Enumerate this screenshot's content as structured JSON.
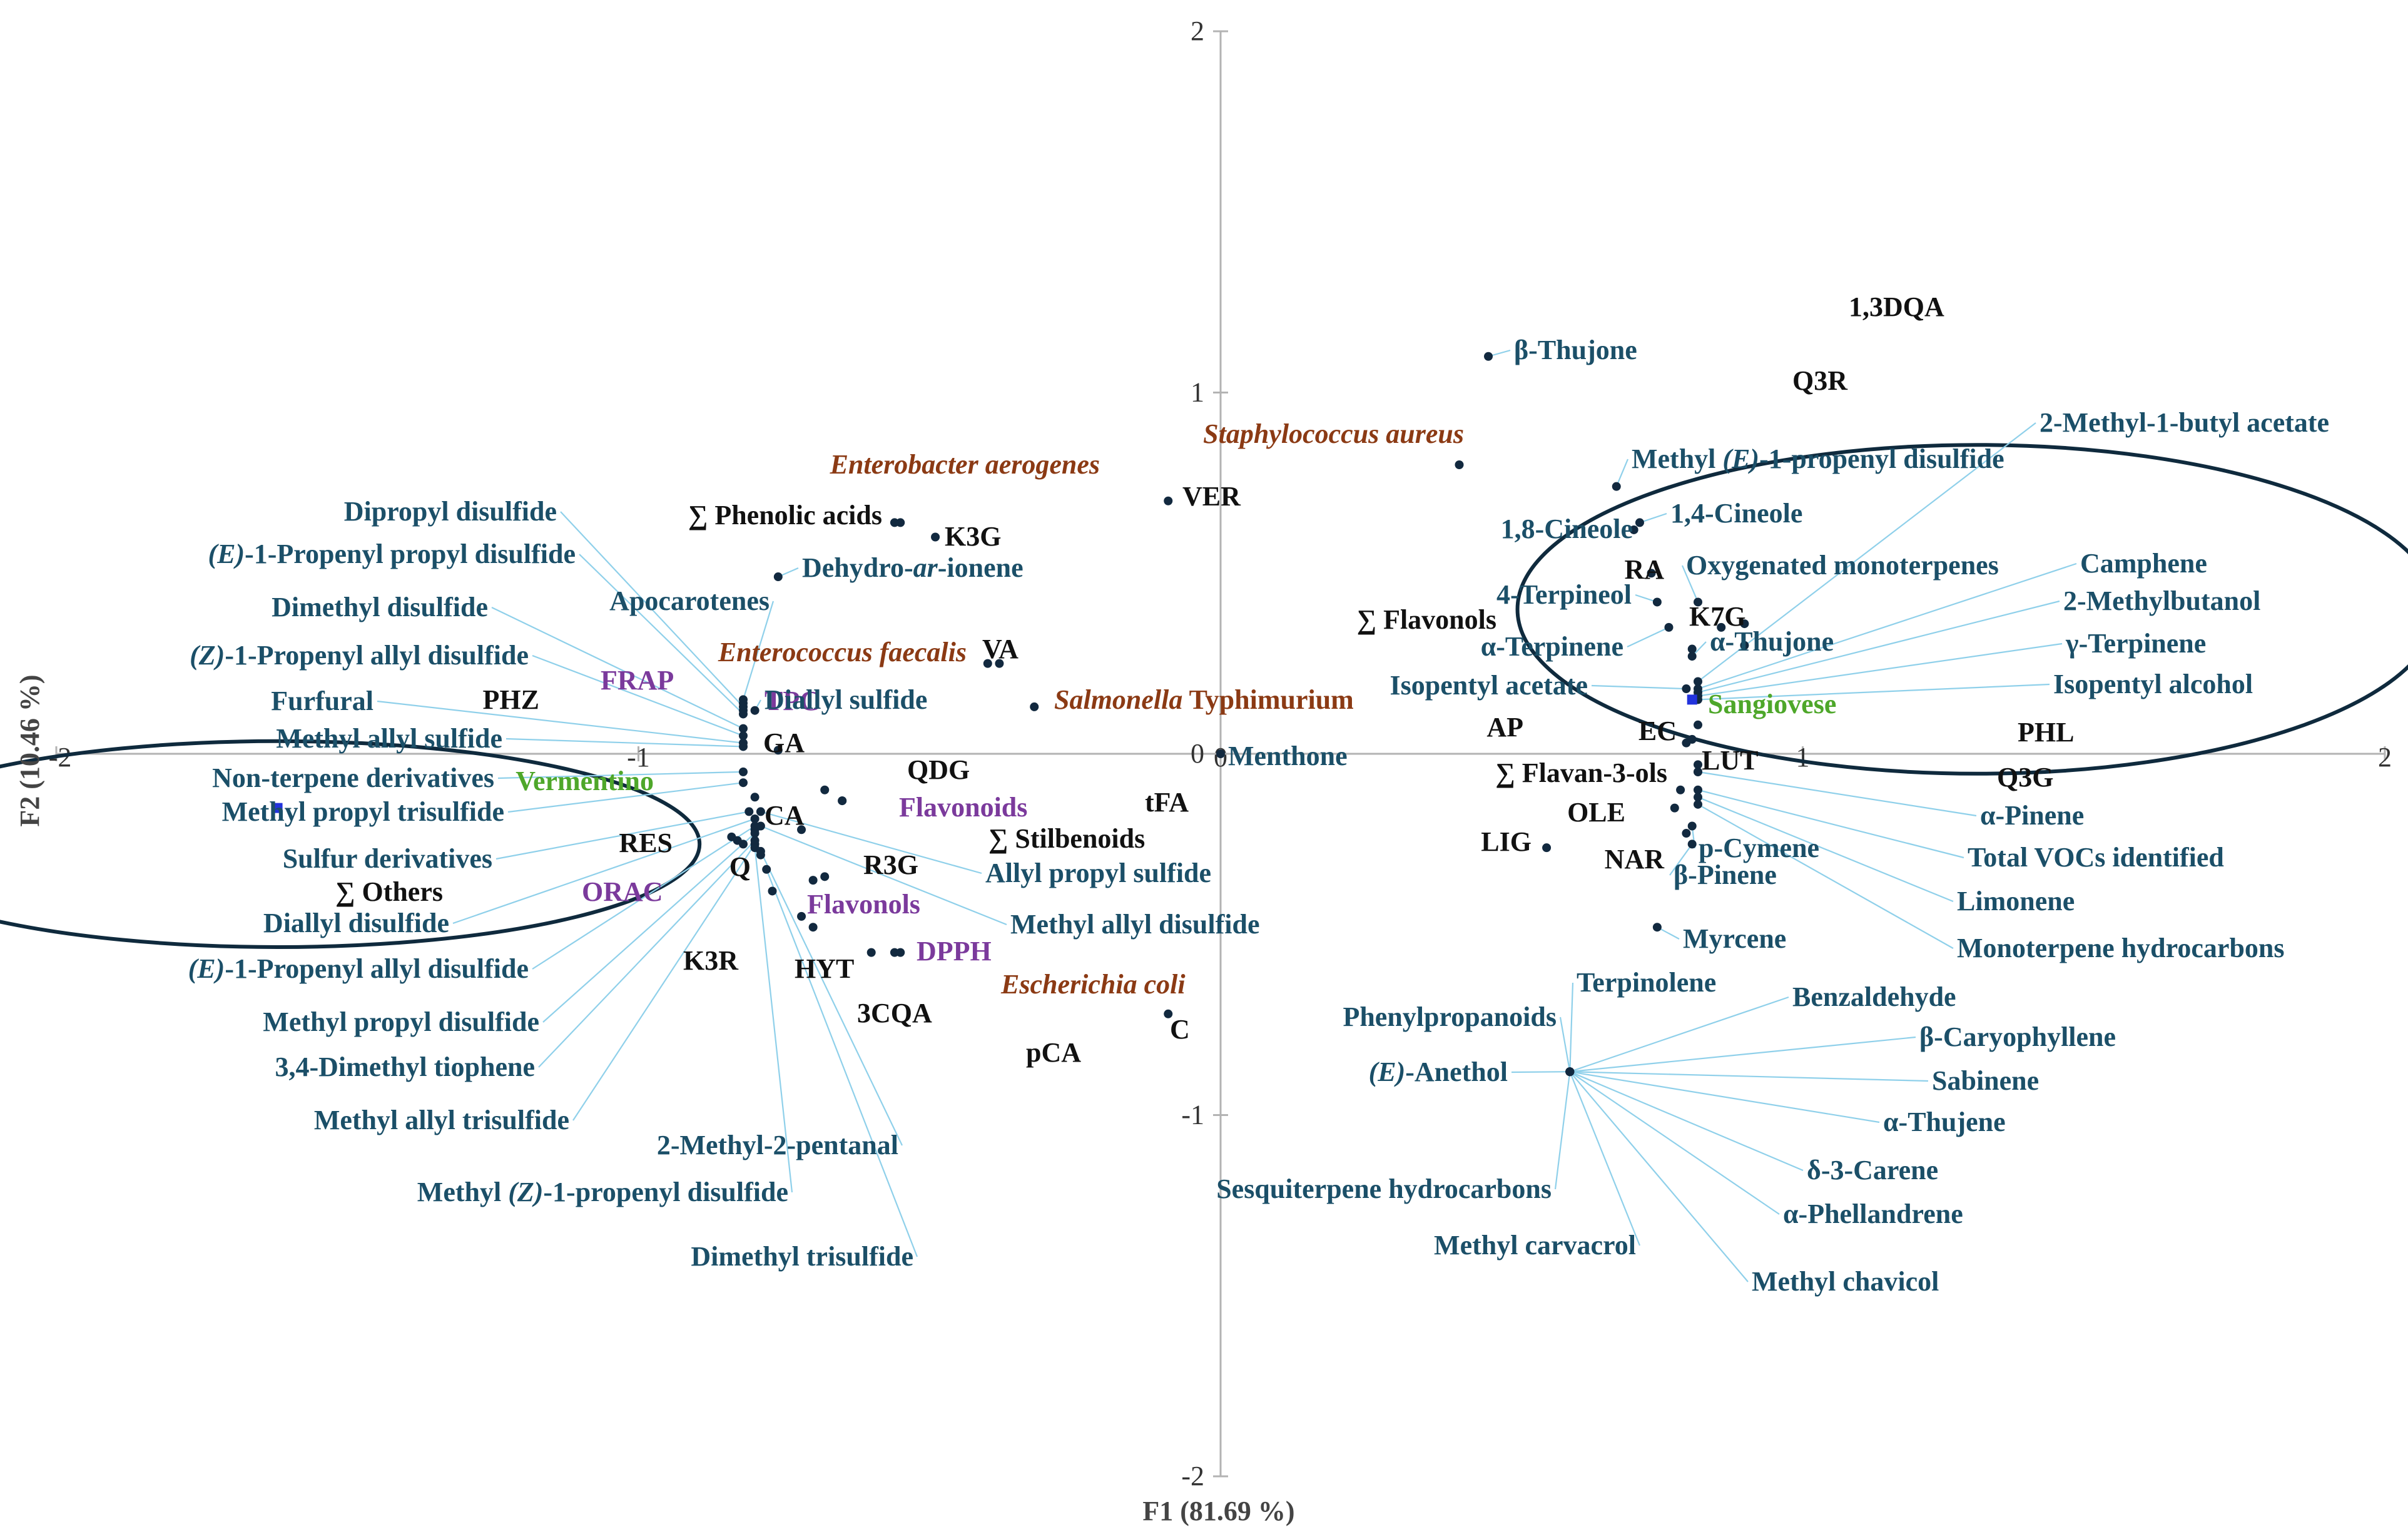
{
  "colors": {
    "variable": "#1b4f68",
    "phenolic": "#111111",
    "bacteria": "#8b3a14",
    "antioxidant": "#7b3a9c",
    "cultivar": "#4ea72a",
    "leader": "#8fd0ea",
    "point": "#12293f",
    "axis": "#b3b3b3"
  },
  "chart_data": {
    "type": "scatter",
    "subtype": "PCA biplot",
    "xlabel": "F1 (81.69 %)",
    "ylabel": "F2 (10.46 %)",
    "xlim": [
      -2,
      2
    ],
    "ylim": [
      -2,
      2
    ],
    "x_ticks": [
      "-2",
      "-1",
      "0",
      "1",
      "2"
    ],
    "y_ticks": [
      "2",
      "1",
      "0",
      "-1",
      "-2"
    ],
    "observations": [
      {
        "label": "Vermentino",
        "x": -1.62,
        "y": -0.15
      },
      {
        "label": "Sangiovese",
        "x": 0.81,
        "y": 0.15
      }
    ],
    "ellipses": [
      {
        "around": "Vermentino",
        "cx": -1.62,
        "cy": -0.25,
        "rx": 1.45,
        "ry": 0.57
      },
      {
        "around": "Sangiovese",
        "cx": 1.3,
        "cy": 0.4,
        "rx": 1.58,
        "ry": 0.91
      }
    ],
    "points": [
      {
        "label": "∑ Phenolic acids",
        "group": "phenolic",
        "x": -0.55,
        "y": 0.64
      },
      {
        "label": "K3G",
        "group": "phenolic",
        "x": -0.49,
        "y": 0.6
      },
      {
        "label": "VER",
        "group": "phenolic",
        "x": -0.09,
        "y": 0.7
      },
      {
        "label": "VA",
        "group": "phenolic",
        "x": -0.38,
        "y": 0.25
      },
      {
        "label": "PHZ",
        "group": "phenolic",
        "x": -0.82,
        "y": 0.12
      },
      {
        "label": "GA",
        "group": "phenolic",
        "x": -0.8,
        "y": -0.12
      },
      {
        "label": "CA",
        "group": "phenolic",
        "x": -0.8,
        "y": -0.21
      },
      {
        "label": "QDG",
        "group": "phenolic",
        "x": -0.68,
        "y": -0.1
      },
      {
        "label": "tFA",
        "group": "phenolic",
        "x": -0.65,
        "y": -0.13
      },
      {
        "label": "∑ Stilbenoids",
        "group": "phenolic",
        "x": -0.72,
        "y": -0.21
      },
      {
        "label": "RES",
        "group": "phenolic",
        "x": -0.84,
        "y": -0.23
      },
      {
        "label": "∑ Others",
        "group": "phenolic",
        "x": -0.82,
        "y": -0.25
      },
      {
        "label": "Q",
        "group": "phenolic",
        "x": -0.79,
        "y": -0.28
      },
      {
        "label": "R3G",
        "group": "phenolic",
        "x": -0.7,
        "y": -0.35
      },
      {
        "label": "K3R",
        "group": "phenolic",
        "x": -0.77,
        "y": -0.38
      },
      {
        "label": "HYT",
        "group": "phenolic",
        "x": -0.72,
        "y": -0.45
      },
      {
        "label": "3CQA",
        "group": "phenolic",
        "x": -0.7,
        "y": -0.48
      },
      {
        "label": "pCA",
        "group": "phenolic",
        "x": -0.6,
        "y": -0.55
      },
      {
        "label": "C",
        "group": "phenolic",
        "x": -0.09,
        "y": -0.72
      },
      {
        "label": "1,3DQA",
        "group": "phenolic",
        "x": 0.9,
        "y": 0.36
      },
      {
        "label": "Q3R",
        "group": "phenolic",
        "x": 0.9,
        "y": 0.3
      },
      {
        "label": "RA",
        "group": "phenolic",
        "x": 0.74,
        "y": 0.5
      },
      {
        "label": "K7G",
        "group": "phenolic",
        "x": 0.86,
        "y": 0.35
      },
      {
        "label": "∑ Flavonols",
        "group": "phenolic",
        "x": 0.81,
        "y": 0.29
      },
      {
        "label": "AP",
        "group": "phenolic",
        "x": 0.8,
        "y": 0.03
      },
      {
        "label": "EC",
        "group": "phenolic",
        "x": 0.81,
        "y": 0.04
      },
      {
        "label": "LUT",
        "group": "phenolic",
        "x": 0.82,
        "y": -0.05
      },
      {
        "label": "PHL",
        "group": "phenolic",
        "x": 0.82,
        "y": 0.08
      },
      {
        "label": "Q3G",
        "group": "phenolic",
        "x": 0.82,
        "y": -0.03
      },
      {
        "label": "∑ Flavan-3-ols",
        "group": "phenolic",
        "x": 0.79,
        "y": -0.1
      },
      {
        "label": "OLE",
        "group": "phenolic",
        "x": 0.78,
        "y": -0.15
      },
      {
        "label": "LIG",
        "group": "phenolic",
        "x": 0.56,
        "y": -0.26
      },
      {
        "label": "NAR",
        "group": "phenolic",
        "x": 0.8,
        "y": -0.22
      },
      {
        "label": "Staphylococcus aureus",
        "group": "bacteria",
        "x": 0.41,
        "y": 0.8
      },
      {
        "label": "Enterobacter aerogenes",
        "group": "bacteria",
        "x": -0.56,
        "y": 0.64
      },
      {
        "label": "Enterococcus faecalis",
        "group": "bacteria",
        "x": -0.4,
        "y": 0.25
      },
      {
        "label": "Salmonella Typhimurium",
        "group": "bacteria",
        "x": -0.32,
        "y": 0.13
      },
      {
        "label": "Escherichia coli",
        "group": "bacteria",
        "x": -0.56,
        "y": -0.55
      },
      {
        "label": "FRAP",
        "group": "antioxidant",
        "x": -0.82,
        "y": 0.14
      },
      {
        "label": "TPC",
        "group": "antioxidant",
        "x": -0.76,
        "y": 0.01
      },
      {
        "label": "Flavonoids",
        "group": "antioxidant",
        "x": -0.65,
        "y": -0.13
      },
      {
        "label": "ORAC",
        "group": "antioxidant",
        "x": -0.83,
        "y": -0.24
      },
      {
        "label": "Flavonols",
        "group": "antioxidant",
        "x": -0.68,
        "y": -0.34
      },
      {
        "label": "DPPH",
        "group": "antioxidant",
        "x": -0.55,
        "y": -0.55
      },
      {
        "label": "Dipropyl disulfide",
        "group": "variable",
        "x": -0.82,
        "y": 0.13
      },
      {
        "label": "(E)-1-Propenyl propyl disulfide",
        "group": "variable",
        "x": -0.82,
        "y": 0.11
      },
      {
        "label": "Dimethyl disulfide",
        "group": "variable",
        "x": -0.82,
        "y": 0.07
      },
      {
        "label": "(Z)-1-Propenyl allyl disulfide",
        "group": "variable",
        "x": -0.82,
        "y": 0.05
      },
      {
        "label": "Furfural",
        "group": "variable",
        "x": -0.82,
        "y": 0.03
      },
      {
        "label": "Methyl allyl sulfide",
        "group": "variable",
        "x": -0.82,
        "y": 0.02
      },
      {
        "label": "Non-terpene derivatives",
        "group": "variable",
        "x": -0.82,
        "y": -0.05
      },
      {
        "label": "Methyl propyl trisulfide",
        "group": "variable",
        "x": -0.82,
        "y": -0.08
      },
      {
        "label": "Sulfur derivatives",
        "group": "variable",
        "x": -0.81,
        "y": -0.16
      },
      {
        "label": "Diallyl disulfide",
        "group": "variable",
        "x": -0.8,
        "y": -0.18
      },
      {
        "label": "(E)-1-Propenyl allyl disulfide",
        "group": "variable",
        "x": -0.8,
        "y": -0.2
      },
      {
        "label": "Methyl propyl disulfide",
        "group": "variable",
        "x": -0.8,
        "y": -0.22
      },
      {
        "label": "3,4-Dimethyl tiophene",
        "group": "variable",
        "x": -0.8,
        "y": -0.24
      },
      {
        "label": "Methyl allyl trisulfide",
        "group": "variable",
        "x": -0.8,
        "y": -0.25
      },
      {
        "label": "Methyl (Z)-1-propenyl disulfide",
        "group": "variable",
        "x": -0.8,
        "y": -0.26
      },
      {
        "label": "2-Methyl-2-pentanal",
        "group": "variable",
        "x": -0.79,
        "y": -0.27
      },
      {
        "label": "Dimethyl trisulfide",
        "group": "variable",
        "x": -0.78,
        "y": -0.32
      },
      {
        "label": "Apocarotenes",
        "group": "variable",
        "x": -0.82,
        "y": 0.15
      },
      {
        "label": "Diallyl sulfide",
        "group": "variable",
        "x": -0.8,
        "y": 0.12
      },
      {
        "label": "Dehydro-ar-ionene",
        "group": "variable",
        "x": -0.76,
        "y": 0.49
      },
      {
        "label": "Allyl propyl sulfide",
        "group": "variable",
        "x": -0.79,
        "y": -0.16
      },
      {
        "label": "Methyl allyl disulfide",
        "group": "variable",
        "x": -0.79,
        "y": -0.2
      },
      {
        "label": "Menthone",
        "group": "variable",
        "x": 0.0,
        "y": 0.0
      },
      {
        "label": "β-Thujone",
        "group": "variable",
        "x": 0.46,
        "y": 1.1
      },
      {
        "label": "2-Methyl-1-butyl acetate",
        "group": "variable",
        "x": 0.82,
        "y": 0.2
      },
      {
        "label": "Methyl (E)-1-propenyl disulfide",
        "group": "variable",
        "x": 0.68,
        "y": 0.74
      },
      {
        "label": "1,4-Cineole",
        "group": "variable",
        "x": 0.72,
        "y": 0.64
      },
      {
        "label": "1,8-Cineole",
        "group": "variable",
        "x": 0.71,
        "y": 0.62
      },
      {
        "label": "Oxygenated monoterpenes",
        "group": "variable",
        "x": 0.82,
        "y": 0.42
      },
      {
        "label": "Camphene",
        "group": "variable",
        "x": 0.82,
        "y": 0.18
      },
      {
        "label": "2-Methylbutanol",
        "group": "variable",
        "x": 0.82,
        "y": 0.17
      },
      {
        "label": "4-Terpineol",
        "group": "variable",
        "x": 0.75,
        "y": 0.42
      },
      {
        "label": "α-Terpinene",
        "group": "variable",
        "x": 0.77,
        "y": 0.35
      },
      {
        "label": "α-Thujone",
        "group": "variable",
        "x": 0.81,
        "y": 0.27
      },
      {
        "label": "γ-Terpinene",
        "group": "variable",
        "x": 0.82,
        "y": 0.16
      },
      {
        "label": "Isopentyl acetate",
        "group": "variable",
        "x": 0.8,
        "y": 0.18
      },
      {
        "label": "Isopentyl alcohol",
        "group": "variable",
        "x": 0.82,
        "y": 0.15
      },
      {
        "label": "α-Pinene",
        "group": "variable",
        "x": 0.82,
        "y": -0.05
      },
      {
        "label": "Total VOCs identified",
        "group": "variable",
        "x": 0.82,
        "y": -0.1
      },
      {
        "label": "Limonene",
        "group": "variable",
        "x": 0.82,
        "y": -0.12
      },
      {
        "label": "Monoterpene hydrocarbons",
        "group": "variable",
        "x": 0.82,
        "y": -0.14
      },
      {
        "label": "p-Cymene",
        "group": "variable",
        "x": 0.81,
        "y": -0.2
      },
      {
        "label": "β-Pinene",
        "group": "variable",
        "x": 0.81,
        "y": -0.25
      },
      {
        "label": "Myrcene",
        "group": "variable",
        "x": 0.75,
        "y": -0.48
      },
      {
        "label": "Terpinolene",
        "group": "variable",
        "x": 0.6,
        "y": -0.88
      },
      {
        "label": "Phenylpropanoids",
        "group": "variable",
        "x": 0.6,
        "y": -0.88
      },
      {
        "label": "(E)-Anethol",
        "group": "variable",
        "x": 0.6,
        "y": -0.88
      },
      {
        "label": "Benzaldehyde",
        "group": "variable",
        "x": 0.6,
        "y": -0.88
      },
      {
        "label": "β-Caryophyllene",
        "group": "variable",
        "x": 0.6,
        "y": -0.88
      },
      {
        "label": "Sabinene",
        "group": "variable",
        "x": 0.6,
        "y": -0.88
      },
      {
        "label": "α-Thujene",
        "group": "variable",
        "x": 0.6,
        "y": -0.88
      },
      {
        "label": "δ-3-Carene",
        "group": "variable",
        "x": 0.6,
        "y": -0.88
      },
      {
        "label": "α-Phellandrene",
        "group": "variable",
        "x": 0.6,
        "y": -0.88
      },
      {
        "label": "Sesquiterpene hydrocarbons",
        "group": "variable",
        "x": 0.6,
        "y": -0.88
      },
      {
        "label": "Methyl carvacrol",
        "group": "variable",
        "x": 0.6,
        "y": -0.88
      },
      {
        "label": "Methyl chavicol",
        "group": "variable",
        "x": 0.6,
        "y": -0.88
      }
    ]
  }
}
